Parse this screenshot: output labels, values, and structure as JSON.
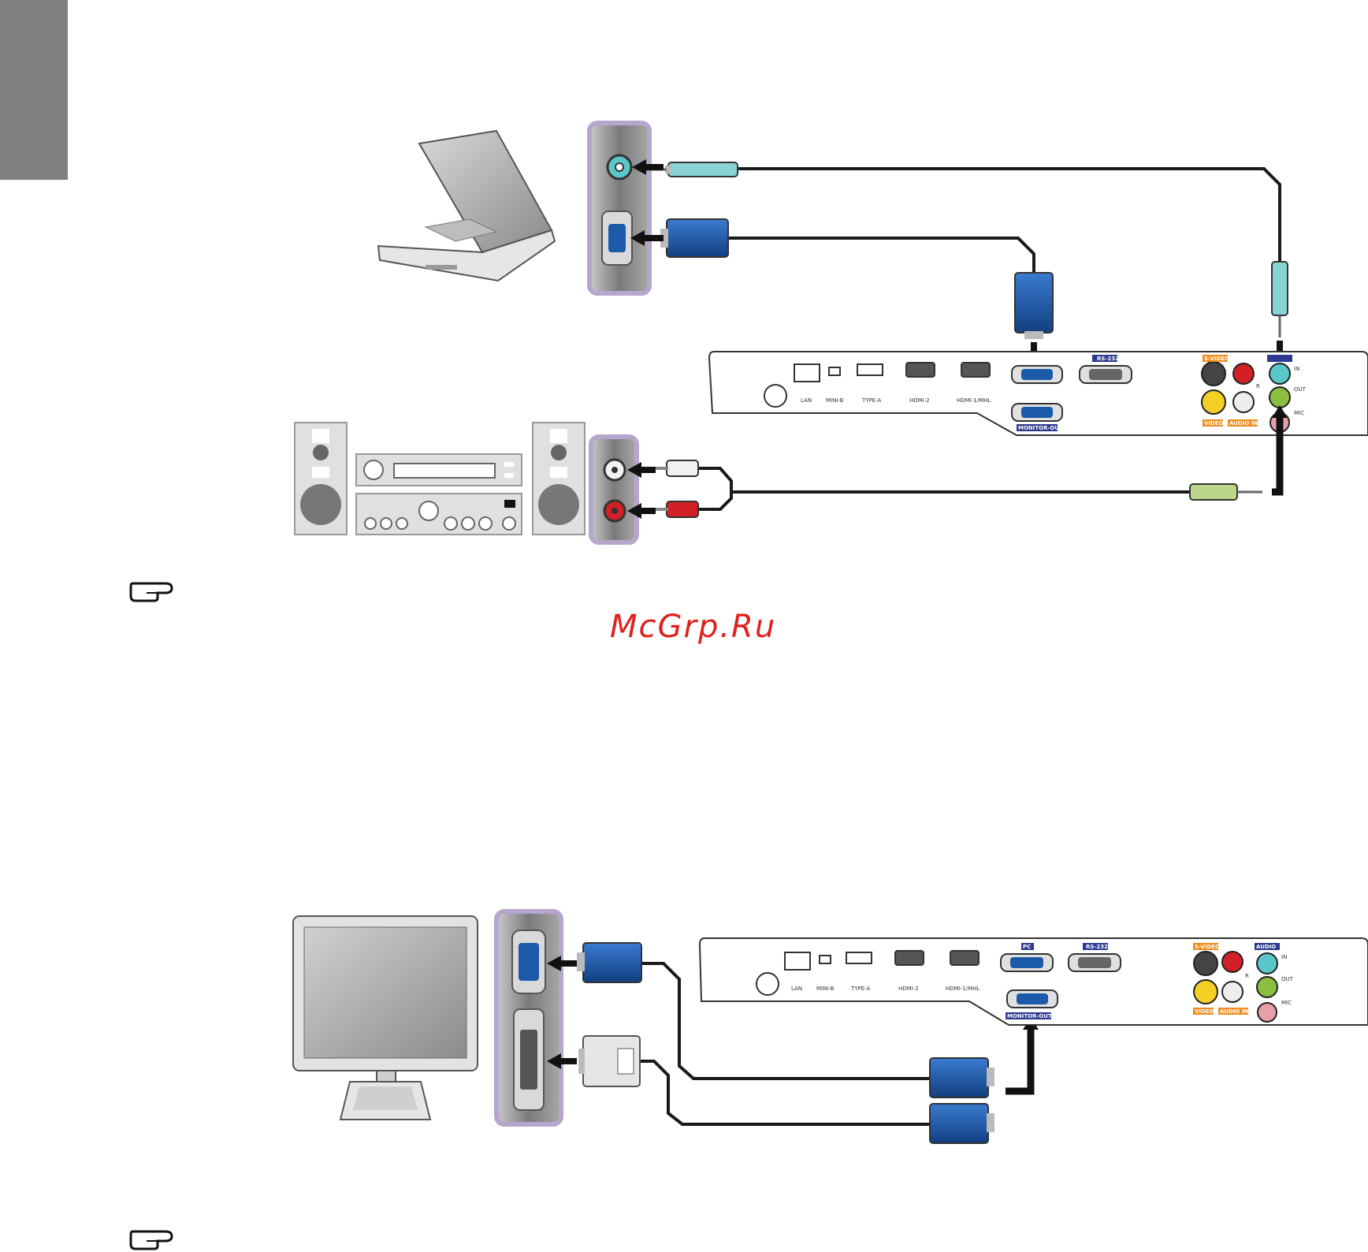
{
  "watermark": "McGrp.Ru",
  "projector_labels": {
    "lan": "LAN",
    "mini_b": "MINI-B",
    "type_a": "TYPE-A",
    "hdmi2": "HDMI-2",
    "hdmi1": "HDMI-1/MHL",
    "pc": "PC",
    "rs232": "RS-232",
    "monitor_out": "MONITOR-OUT",
    "s_video": "S-VIDEO",
    "video": "VIDEO",
    "audio_in": "AUDIO IN",
    "audio": "AUDIO",
    "in": "IN",
    "out": "OUT",
    "mic": "MIC",
    "r": "R"
  },
  "colors": {
    "vga_blue": "#1a5aa8",
    "audio_in_cyan": "#5bc6c8",
    "audio_out_green": "#8cbf3f",
    "mic_pink": "#e8a0a8",
    "rca_red": "#d32027",
    "video_yellow": "#f2d024",
    "panel_purple": "#b7a6cc",
    "label_orange": "#f08a1c",
    "label_navy": "#2b3990"
  },
  "icons": [
    "laptop-icon",
    "stereo-system-icon",
    "monitor-icon",
    "note-pointer-icon"
  ]
}
